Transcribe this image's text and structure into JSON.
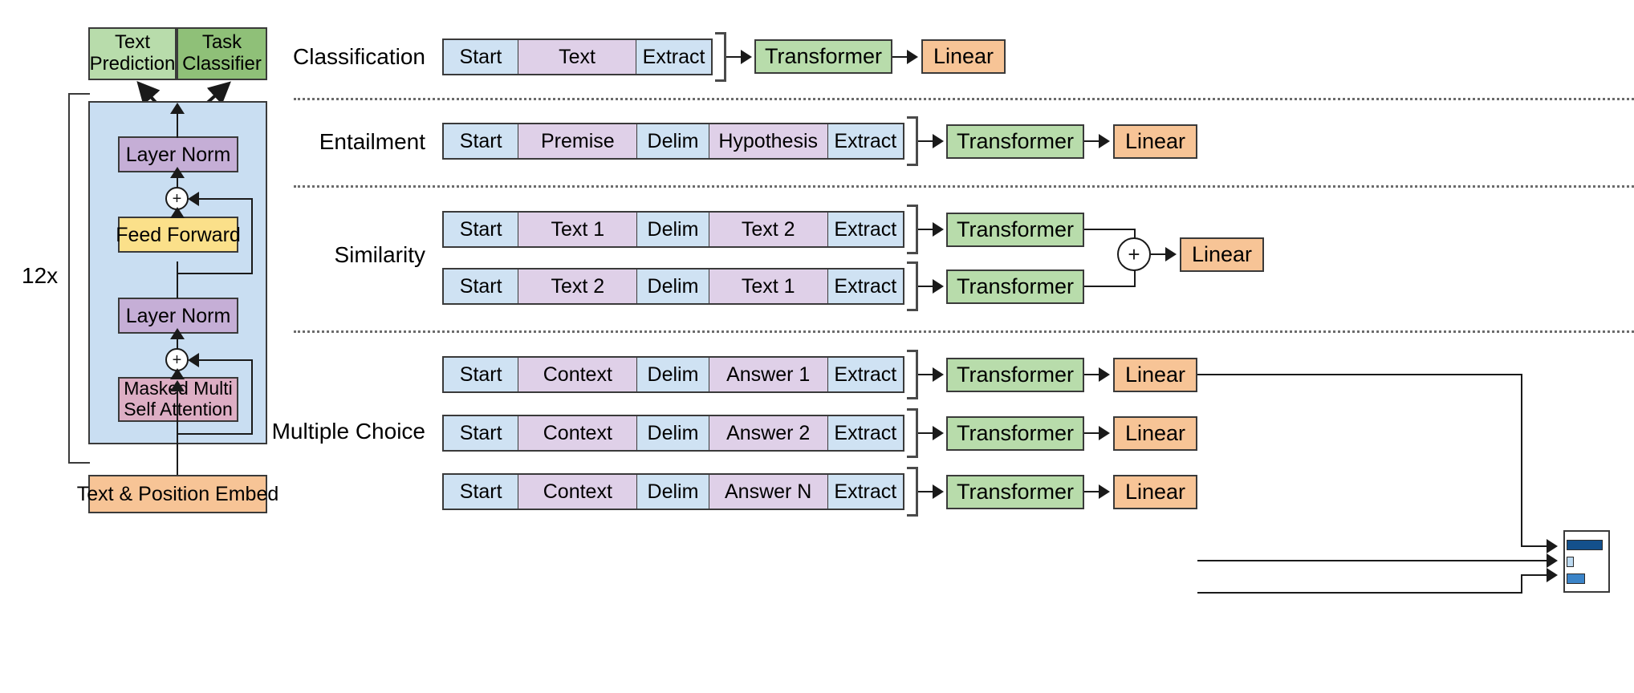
{
  "figure": {
    "title": "GPT Transformer architecture and input transformations",
    "repeat_label": "12x"
  },
  "colors": {
    "green_light": "#b8dcab",
    "green_dark": "#8fc078",
    "purple": "#c5aed6",
    "yellow": "#fbe08a",
    "pink": "#ddaec4",
    "orange": "#f7c496",
    "blue_light": "#cfe2f3",
    "lilac": "#dfd0e8",
    "block_bg": "#c9def2",
    "bar_dark_blue": "#13508c",
    "bar_mid_blue": "#3b84c8",
    "bar_pale_blue": "#bcd9f0"
  },
  "left_panel": {
    "heads": [
      {
        "label": "Text\nPrediction",
        "line1": "Text",
        "line2": "Prediction"
      },
      {
        "label": "Task\nClassifier",
        "line1": "Task",
        "line2": "Classifier"
      }
    ],
    "repeat_label": "12x",
    "blocks": [
      {
        "name": "layer-norm-top",
        "label": "Layer Norm"
      },
      {
        "name": "feed-forward",
        "label": "Feed Forward"
      },
      {
        "name": "layer-norm-bottom",
        "label": "Layer Norm"
      },
      {
        "name": "masked-multi-self-attention",
        "line1": "Masked Multi",
        "line2": "Self Attention"
      }
    ],
    "embedding": {
      "label": "Text & Position Embed"
    },
    "residual_symbol": "+"
  },
  "tasks": [
    {
      "name": "classification",
      "label": "Classification",
      "sequences": [
        {
          "cells": [
            {
              "text": "Start",
              "kind": "special"
            },
            {
              "text": "Text",
              "kind": "content"
            },
            {
              "text": "Extract",
              "kind": "special"
            }
          ]
        }
      ],
      "transformer_label": "Transformer",
      "linear_label": "Linear",
      "merge_symbol": null,
      "output": null
    },
    {
      "name": "entailment",
      "label": "Entailment",
      "sequences": [
        {
          "cells": [
            {
              "text": "Start",
              "kind": "special"
            },
            {
              "text": "Premise",
              "kind": "content"
            },
            {
              "text": "Delim",
              "kind": "special"
            },
            {
              "text": "Hypothesis",
              "kind": "content"
            },
            {
              "text": "Extract",
              "kind": "special"
            }
          ]
        }
      ],
      "transformer_label": "Transformer",
      "linear_label": "Linear",
      "merge_symbol": null,
      "output": null
    },
    {
      "name": "similarity",
      "label": "Similarity",
      "sequences": [
        {
          "cells": [
            {
              "text": "Start",
              "kind": "special"
            },
            {
              "text": "Text 1",
              "kind": "content"
            },
            {
              "text": "Delim",
              "kind": "special"
            },
            {
              "text": "Text 2",
              "kind": "content"
            },
            {
              "text": "Extract",
              "kind": "special"
            }
          ]
        },
        {
          "cells": [
            {
              "text": "Start",
              "kind": "special"
            },
            {
              "text": "Text 2",
              "kind": "content"
            },
            {
              "text": "Delim",
              "kind": "special"
            },
            {
              "text": "Text 1",
              "kind": "content"
            },
            {
              "text": "Extract",
              "kind": "special"
            }
          ]
        }
      ],
      "transformer_label": "Transformer",
      "linear_label": "Linear",
      "merge_symbol": "+",
      "output": null
    },
    {
      "name": "multiple-choice",
      "label": "Multiple Choice",
      "sequences": [
        {
          "cells": [
            {
              "text": "Start",
              "kind": "special"
            },
            {
              "text": "Context",
              "kind": "content"
            },
            {
              "text": "Delim",
              "kind": "special"
            },
            {
              "text": "Answer 1",
              "kind": "content"
            },
            {
              "text": "Extract",
              "kind": "special"
            }
          ]
        },
        {
          "cells": [
            {
              "text": "Start",
              "kind": "special"
            },
            {
              "text": "Context",
              "kind": "content"
            },
            {
              "text": "Delim",
              "kind": "special"
            },
            {
              "text": "Answer 2",
              "kind": "content"
            },
            {
              "text": "Extract",
              "kind": "special"
            }
          ]
        },
        {
          "cells": [
            {
              "text": "Start",
              "kind": "special"
            },
            {
              "text": "Context",
              "kind": "content"
            },
            {
              "text": "Delim",
              "kind": "special"
            },
            {
              "text": "Answer N",
              "kind": "content"
            },
            {
              "text": "Extract",
              "kind": "special"
            }
          ]
        }
      ],
      "transformer_label": "Transformer",
      "linear_label": "Linear",
      "merge_symbol": null,
      "output": {
        "name": "softmax-histogram",
        "bars": [
          {
            "width_pct": 88,
            "color": "#13508c"
          },
          {
            "width_pct": 16,
            "color": "#bcd9f0"
          },
          {
            "width_pct": 45,
            "color": "#3b84c8"
          }
        ]
      }
    }
  ]
}
